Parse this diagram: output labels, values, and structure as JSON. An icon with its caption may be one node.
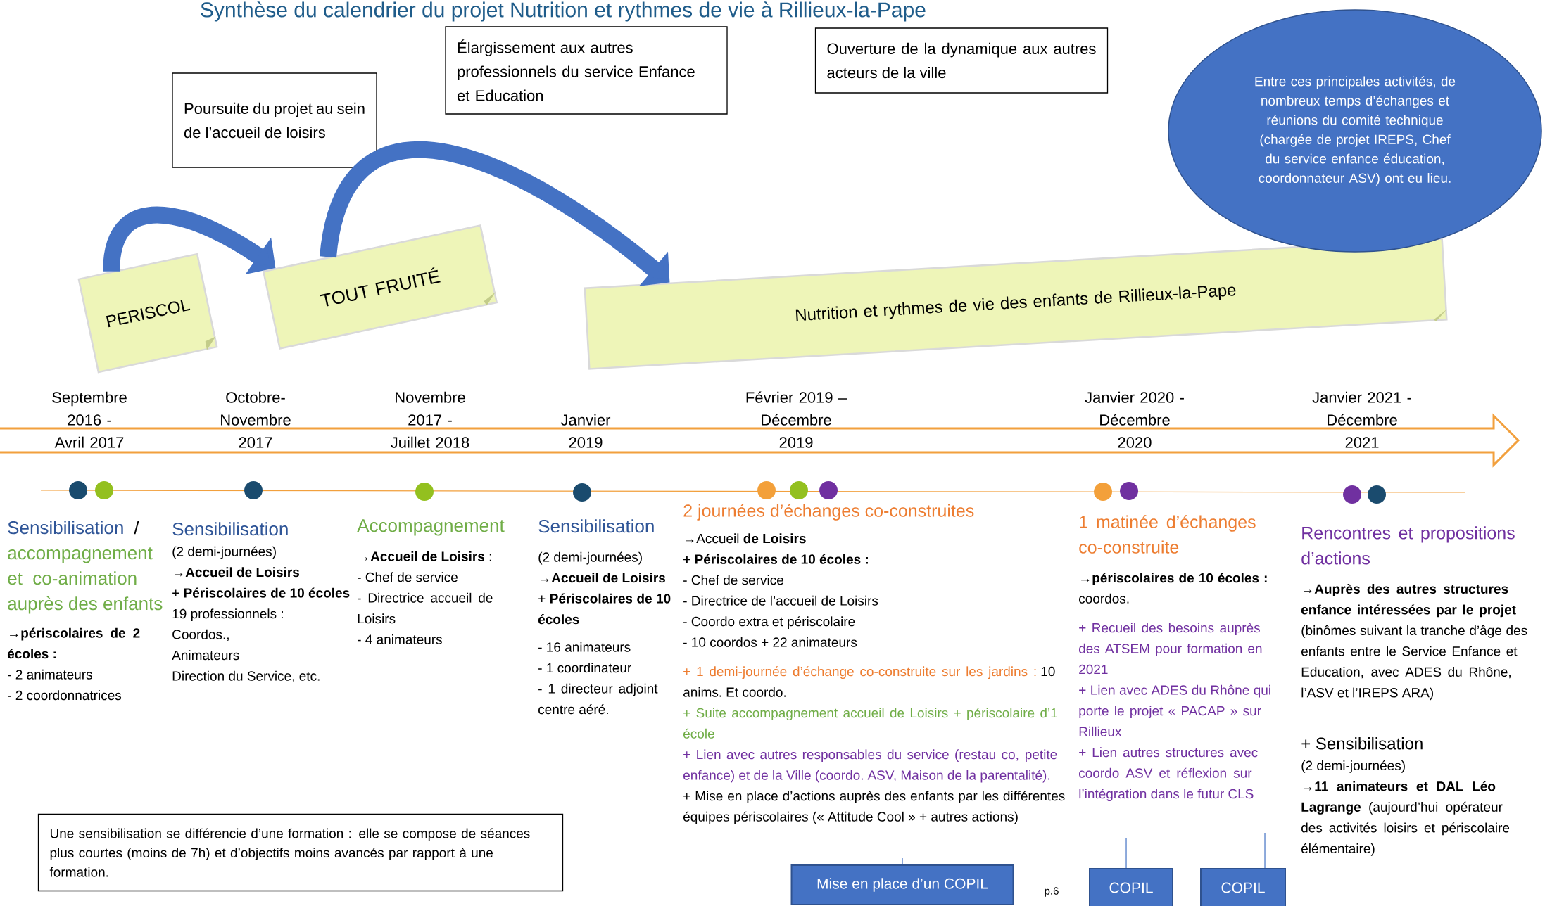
{
  "diagram": {
    "title": "Synthèse du calendrier du projet Nutrition et rythmes de vie à Rillieux-la-Pape",
    "nodes": [
      {
        "text": [
          "PERISCOL"
        ]
      },
      {
        "text": [
          "TOUT FRUITÉ"
        ]
      },
      {
        "text": [
          "Nutrition et rythmes de vie des enfants de Rillieux-la-Pape"
        ]
      },
      {
        "text": [
          "Poursuite du projet au sein de l’accueil de loisirs"
        ]
      },
      {
        "text": [
          "Élargissement aux autres professionnels du service Enfance et Education"
        ]
      },
      {
        "text": [
          "Ouverture de la dynamique aux autres acteurs de la ville"
        ]
      },
      {
        "text": [
          "Entre ces principales activités, de nombreux temps d’échanges et réunions du comité technique (chargée de projet IREPS, Chef du service enfance éducation, coordonnateur ASV) ont eu lieu."
        ]
      },
      {
        "text": [
          "Mise en place d’un COPIL"
        ]
      },
      {
        "text": [
          "COPIL"
        ]
      },
      {
        "text": [
          "COPIL"
        ]
      },
      {
        "text": [
          "Une sensibilisation se différencie d’une formation : elle se compose de séances plus courtes (moins de 7h) et d’objectifs moins avancés par rapport à une formation."
        ]
      }
    ],
    "edges": [
      {
        "from": 0,
        "to": 1,
        "arrow": "to",
        "style": "thick"
      },
      {
        "from": 1,
        "to": 2,
        "arrow": "to",
        "style": "thick"
      },
      {
        "from": null,
        "to": 7,
        "arrow": "none"
      },
      {
        "from": null,
        "to": 8,
        "arrow": "none"
      },
      {
        "from": null,
        "to": 9,
        "arrow": "none"
      }
    ],
    "labels": [
      "Septembre 2016 - Avril 2017",
      "Octobre-Novembre 2017",
      "Novembre 2017 - Juillet 2018",
      "Janvier 2019",
      "Février 2019 – Décembre 2019",
      "Janvier 2020 - Décembre 2020",
      "Janvier 2021 - Décembre 2021",
      "Sensibilisation",
      "/",
      "accompagnement et co-animation auprès des enfants",
      "→périscolaires de 2 écoles :",
      "- 2 animateurs",
      "- 2 coordonnatrices",
      "Sensibilisation",
      "(2 demi-journées)",
      "→Accueil de Loisirs",
      "+ **Périscolaires de 10 écoles**",
      "19 professionnels :",
      "Coordos.,",
      "Animateurs",
      "Direction du Service, etc.",
      "Accompagnement",
      "→**Accueil de Loisirs** :",
      "- Chef de service",
      "- Directrice accueil de Loisirs",
      "- 4 animateurs",
      "Sensibilisation",
      "(2 demi-journées)",
      "→Accueil de Loisirs",
      "+ **Périscolaires de 10 écoles**",
      "- 16 animateurs",
      "- 1 coordinateur",
      "- 1 directeur adjoint centre aéré.",
      "2 journées d’échanges co-construites",
      "→Accueil **de Loisirs**",
      "+ Périscolaires de 10 écoles :",
      "- Chef de service",
      "- Directrice de l’accueil de Loisirs",
      "- Coordo extra et périscolaire",
      "- 10 coordos + 22 animateurs",
      "+ 1 demi-journée d’échange co-construite sur les jardins :",
      "10 anims. Et coordo.",
      "+ Suite accompagnement accueil de Loisirs + périscolaire d’1 école",
      "+ Lien avec autres responsables du service (restau co, petite enfance) et de la Ville (coordo. ASV, Maison de la parentalité).",
      "+ Mise en place d’actions auprès des enfants par les différentes équipes périscolaires (« Attitude Cool » + autres actions)",
      "1 matinée d’échanges co-construite",
      "→**périscolaires de 10 écoles :** coordos.",
      "+ Recueil des besoins auprès des ATSEM pour formation en 2021",
      "+ Lien avec ADES du Rhône qui porte le projet « PACAP » sur Rillieux",
      "+ Lien autres structures avec coordo ASV et réflexion sur l’intégration dans le futur CLS",
      "Rencontres et propositions d’actions",
      "→**Auprès des autres structures enfance intéressées par le projet** (binômes suivant la tranche d’âge des enfants entre le Service Enfance et Education, avec ADES du Rhône, l’ASV et l’IREPS ARA)",
      "+ Sensibilisation",
      "(2 demi-journées)",
      "→**11 animateurs et DAL Léo Lagrange** (aujourd’hui opérateur des activités loisirs et périscolaire élémentaire)",
      "p.6"
    ]
  }
}
